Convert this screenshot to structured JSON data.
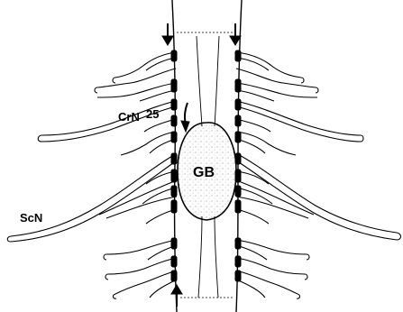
{
  "labels": {
    "cranial_nerve": "CrN",
    "sciatic_nerve": "ScN",
    "ganglion_number": "25",
    "ganglion": "GB"
  },
  "colors": {
    "ink": "#000000",
    "paper": "#ffffff",
    "stipple": "#555555"
  },
  "icons": {
    "arrow": "arrow-icon"
  }
}
